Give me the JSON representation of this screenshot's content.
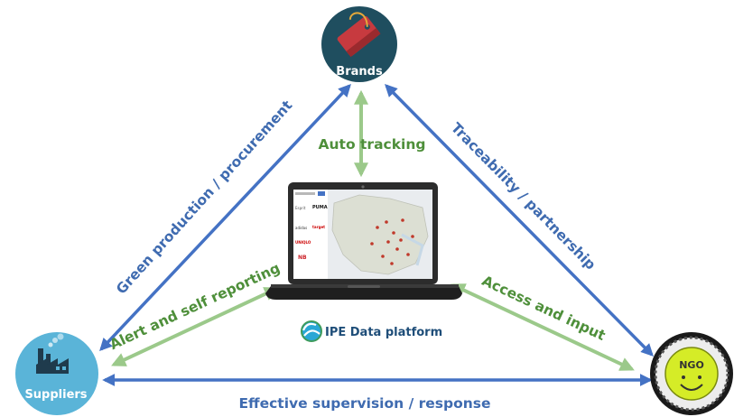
{
  "nodes": {
    "brands": {
      "label": "Brands",
      "icon": "price-tag-icon"
    },
    "suppliers": {
      "label": "Suppliers",
      "icon": "factory-icon"
    },
    "ngo": {
      "label": "NGO",
      "icon": "smiley-badge-icon"
    }
  },
  "platform": {
    "label": "IPE Data platform",
    "icon": "ipe-logo-icon",
    "screen": {
      "logos": [
        "Esprit",
        "PUMA",
        "adidas",
        "target",
        "UNIQLO",
        "NB"
      ],
      "content": "map-of-china-with-facility-pins"
    }
  },
  "edges": {
    "green_production": "Green production / procurement",
    "auto_tracking": "Auto tracking",
    "traceability": "Traceability / partnership",
    "alert_reporting": "Alert and self reporting",
    "access_input": "Access and input",
    "effective_supervision": "Effective supervision / response"
  },
  "colors": {
    "blue_arrow": "#4472c4",
    "blue_text": "#3f6bb0",
    "green_arrow": "#9bc98a",
    "green_text": "#4e8f3a",
    "brands_circle": "#1f4e5f",
    "suppliers_circle": "#5ab4d8",
    "laptop_body": "#2c2c2c"
  }
}
